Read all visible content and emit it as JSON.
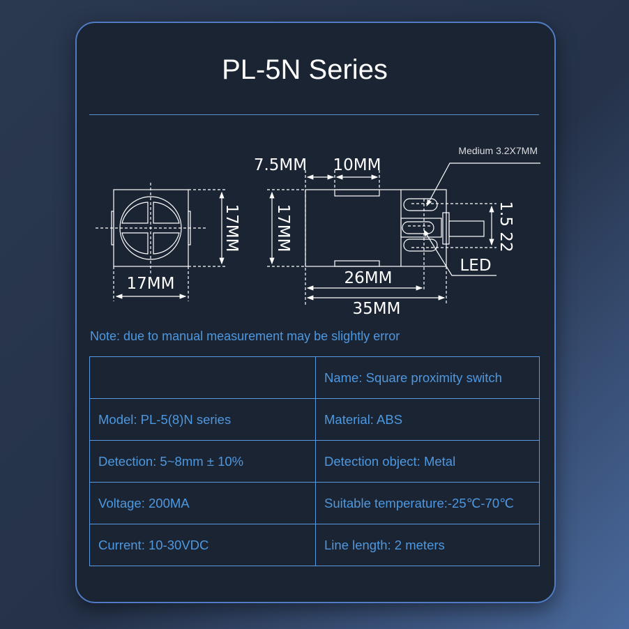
{
  "title": "PL-5N Series",
  "diagram": {
    "front_height": "17MM",
    "front_width": "17MM",
    "side_height": "17MM",
    "offset": "7.5MM",
    "notch": "10MM",
    "length_to_led": "26MM",
    "total_length": "35MM",
    "slot": "Medium 3.2X7MM",
    "pitch": "1.5 22",
    "led": "LED"
  },
  "note": "Note: due to manual measurement may be slightly error",
  "specs": [
    [
      "",
      "Name: Square proximity switch"
    ],
    [
      "Model: PL-5(8)N series",
      "Material: ABS"
    ],
    [
      "Detection: 5~8mm ± 10%",
      "Detection object: Metal"
    ],
    [
      "Voltage: 200MA",
      "Suitable temperature:-25℃-70℃"
    ],
    [
      "Current: 10-30VDC",
      "Line length: 2 meters"
    ]
  ]
}
